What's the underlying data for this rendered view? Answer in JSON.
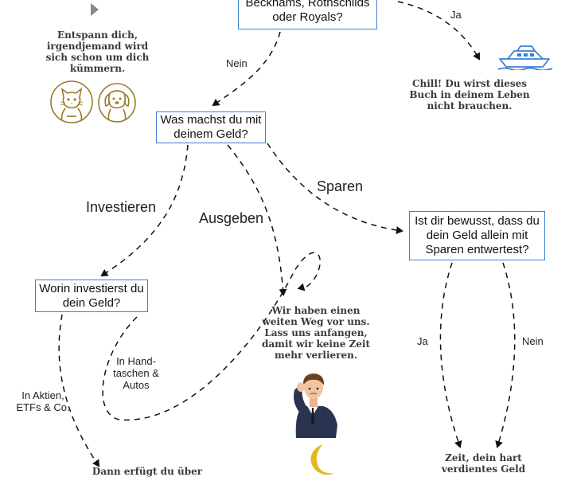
{
  "boxes": {
    "top": "Beckhams, Rothschilds oder Royals?",
    "money": "Was machst du mit deinem Geld?",
    "invest_where": "Worin investierst du dein Geld?",
    "aware": "Ist dir bewusst, dass du dein Geld allein mit Sparen entwertest?"
  },
  "notes": {
    "relax": "Entspann dich, irgendjemand wird sich schon um dich kümmern.",
    "chill": "Chill! Du wirst dieses Buch in deinem Leben nicht brauchen.",
    "long_way": "Wir haben einen weiten Weg vor uns. Lass uns anfangen, damit wir keine Zeit mehr verlieren.",
    "time": "Zeit, dein hart verdientes Geld",
    "bottom_cut": "Dann erfügt du über"
  },
  "labels": {
    "ja_top": "Ja",
    "nein_top": "Nein",
    "investieren": "Investieren",
    "ausgeben": "Ausgeben",
    "sparen": "Sparen",
    "handbags": "In Hand-taschen & Autos",
    "stocks": "In Aktien, ETFs & Co.",
    "ja_aware": "Ja",
    "nein_aware": "Nein"
  },
  "colors": {
    "box_border": "#3d7fd6",
    "gold": "#9a7a2a",
    "boat": "#3d7fd6"
  },
  "icons": [
    "play-arrow-icon",
    "cat-icon",
    "dog-icon",
    "boat-icon",
    "person-icon",
    "moon-icon"
  ]
}
